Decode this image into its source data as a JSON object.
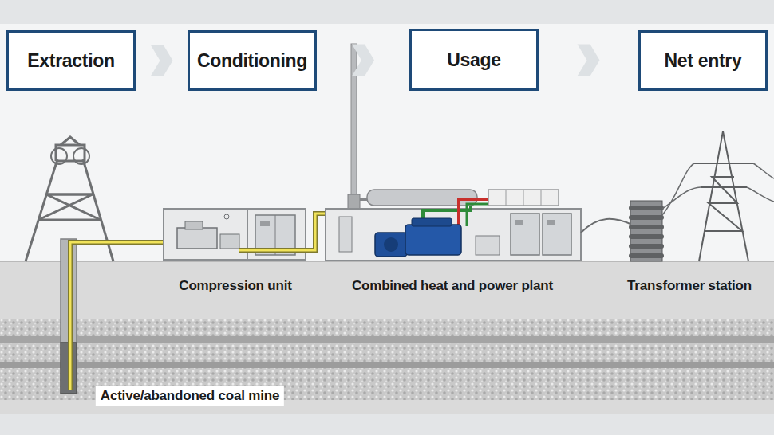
{
  "diagram": {
    "nodes": [
      {
        "text": [
          "Extraction"
        ]
      },
      {
        "text": [
          "Conditioning"
        ]
      },
      {
        "text": [
          "Usage"
        ]
      },
      {
        "text": [
          "Net entry"
        ]
      }
    ],
    "edges": [
      {
        "from": 0,
        "to": 1,
        "arrow": "to"
      },
      {
        "from": 1,
        "to": 2,
        "arrow": "to"
      },
      {
        "from": 2,
        "to": 3,
        "arrow": "to"
      }
    ],
    "labels": [
      "Compression unit",
      "Combined heat and power plant",
      "Transformer station",
      "Active/abandoned coal mine"
    ]
  }
}
